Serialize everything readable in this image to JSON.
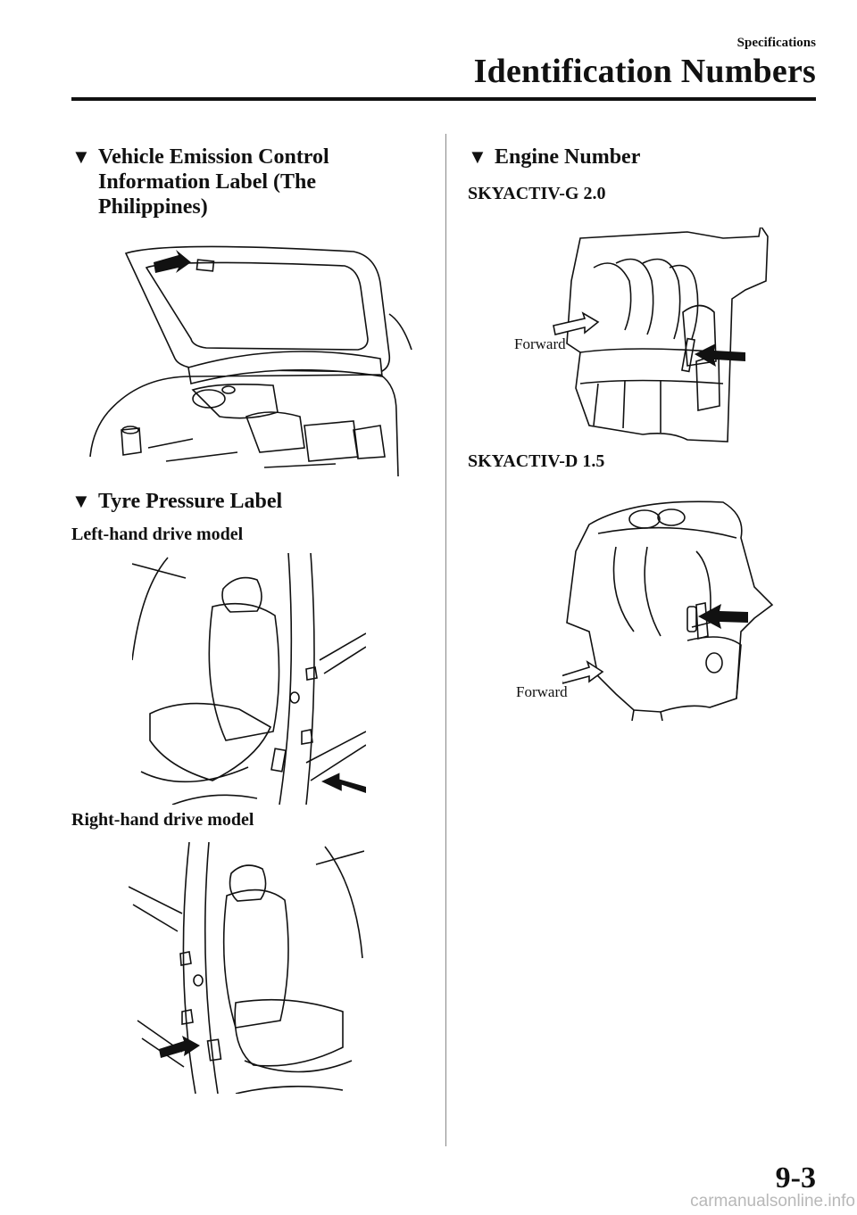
{
  "header": {
    "section": "Specifications",
    "title": "Identification Numbers"
  },
  "left_column": {
    "emission": {
      "heading": "Vehicle Emission Control Information Label (The Philippines)"
    },
    "tyre": {
      "heading": "Tyre Pressure Label",
      "lhd_label": "Left-hand drive model",
      "rhd_label": "Right-hand drive model"
    }
  },
  "right_column": {
    "engine": {
      "heading": "Engine Number",
      "g_label": "SKYACTIV-G 2.0",
      "d_label": "SKYACTIV-D 1.5",
      "forward_label": "Forward"
    }
  },
  "icons": {
    "section_marker": "triangle-down-icon",
    "pointer": "arrow-pointer-icon"
  },
  "page_number": "9-3",
  "footer": "carmanualsonline.info"
}
